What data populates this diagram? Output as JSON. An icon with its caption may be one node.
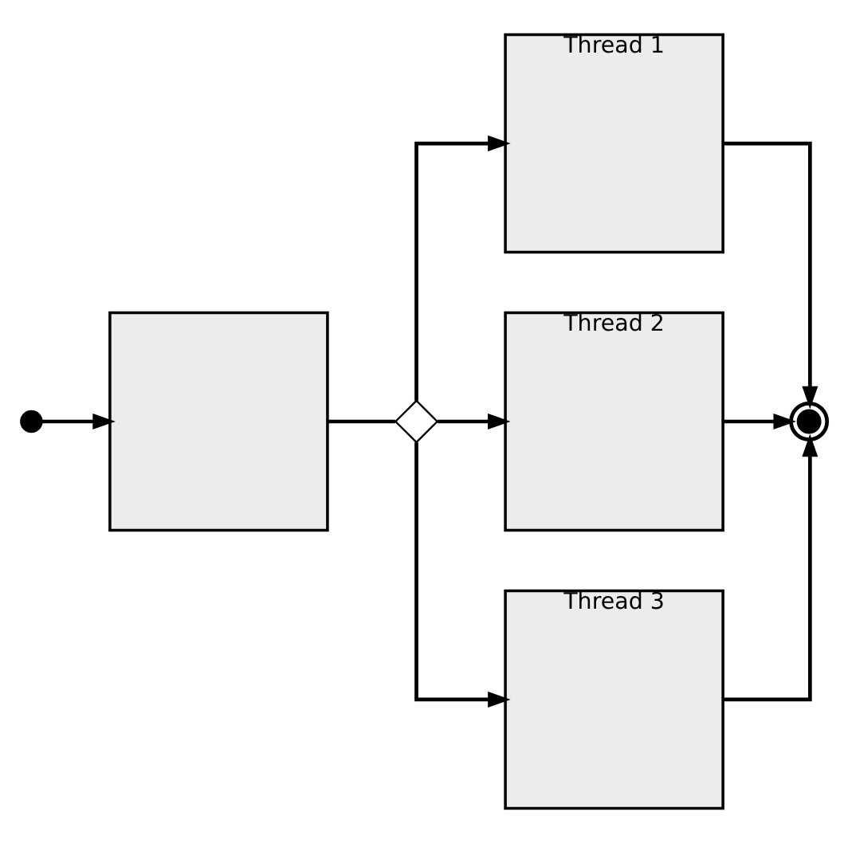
{
  "diagram": {
    "nodes": [
      {
        "text": [],
        "shape": "circle"
      },
      {
        "text": [],
        "shape": "box"
      },
      {
        "text": [],
        "shape": "diamond"
      },
      {
        "text": [
          "Thread 1"
        ]
      },
      {
        "text": [
          "Thread 2"
        ]
      },
      {
        "text": [
          "Thread 3"
        ]
      },
      {
        "text": [],
        "shape": "circle"
      }
    ],
    "edges": [
      {
        "from": 0,
        "to": 1,
        "arrow": "to"
      },
      {
        "from": 1,
        "to": 2,
        "arrow": "none"
      },
      {
        "from": 2,
        "to": 3,
        "arrow": "to"
      },
      {
        "from": 2,
        "to": 4,
        "arrow": "to"
      },
      {
        "from": 2,
        "to": 5,
        "arrow": "to"
      },
      {
        "from": 3,
        "to": 6,
        "arrow": "to"
      },
      {
        "from": 4,
        "to": 6,
        "arrow": "to"
      },
      {
        "from": 5,
        "to": 6,
        "arrow": "to"
      }
    ]
  }
}
